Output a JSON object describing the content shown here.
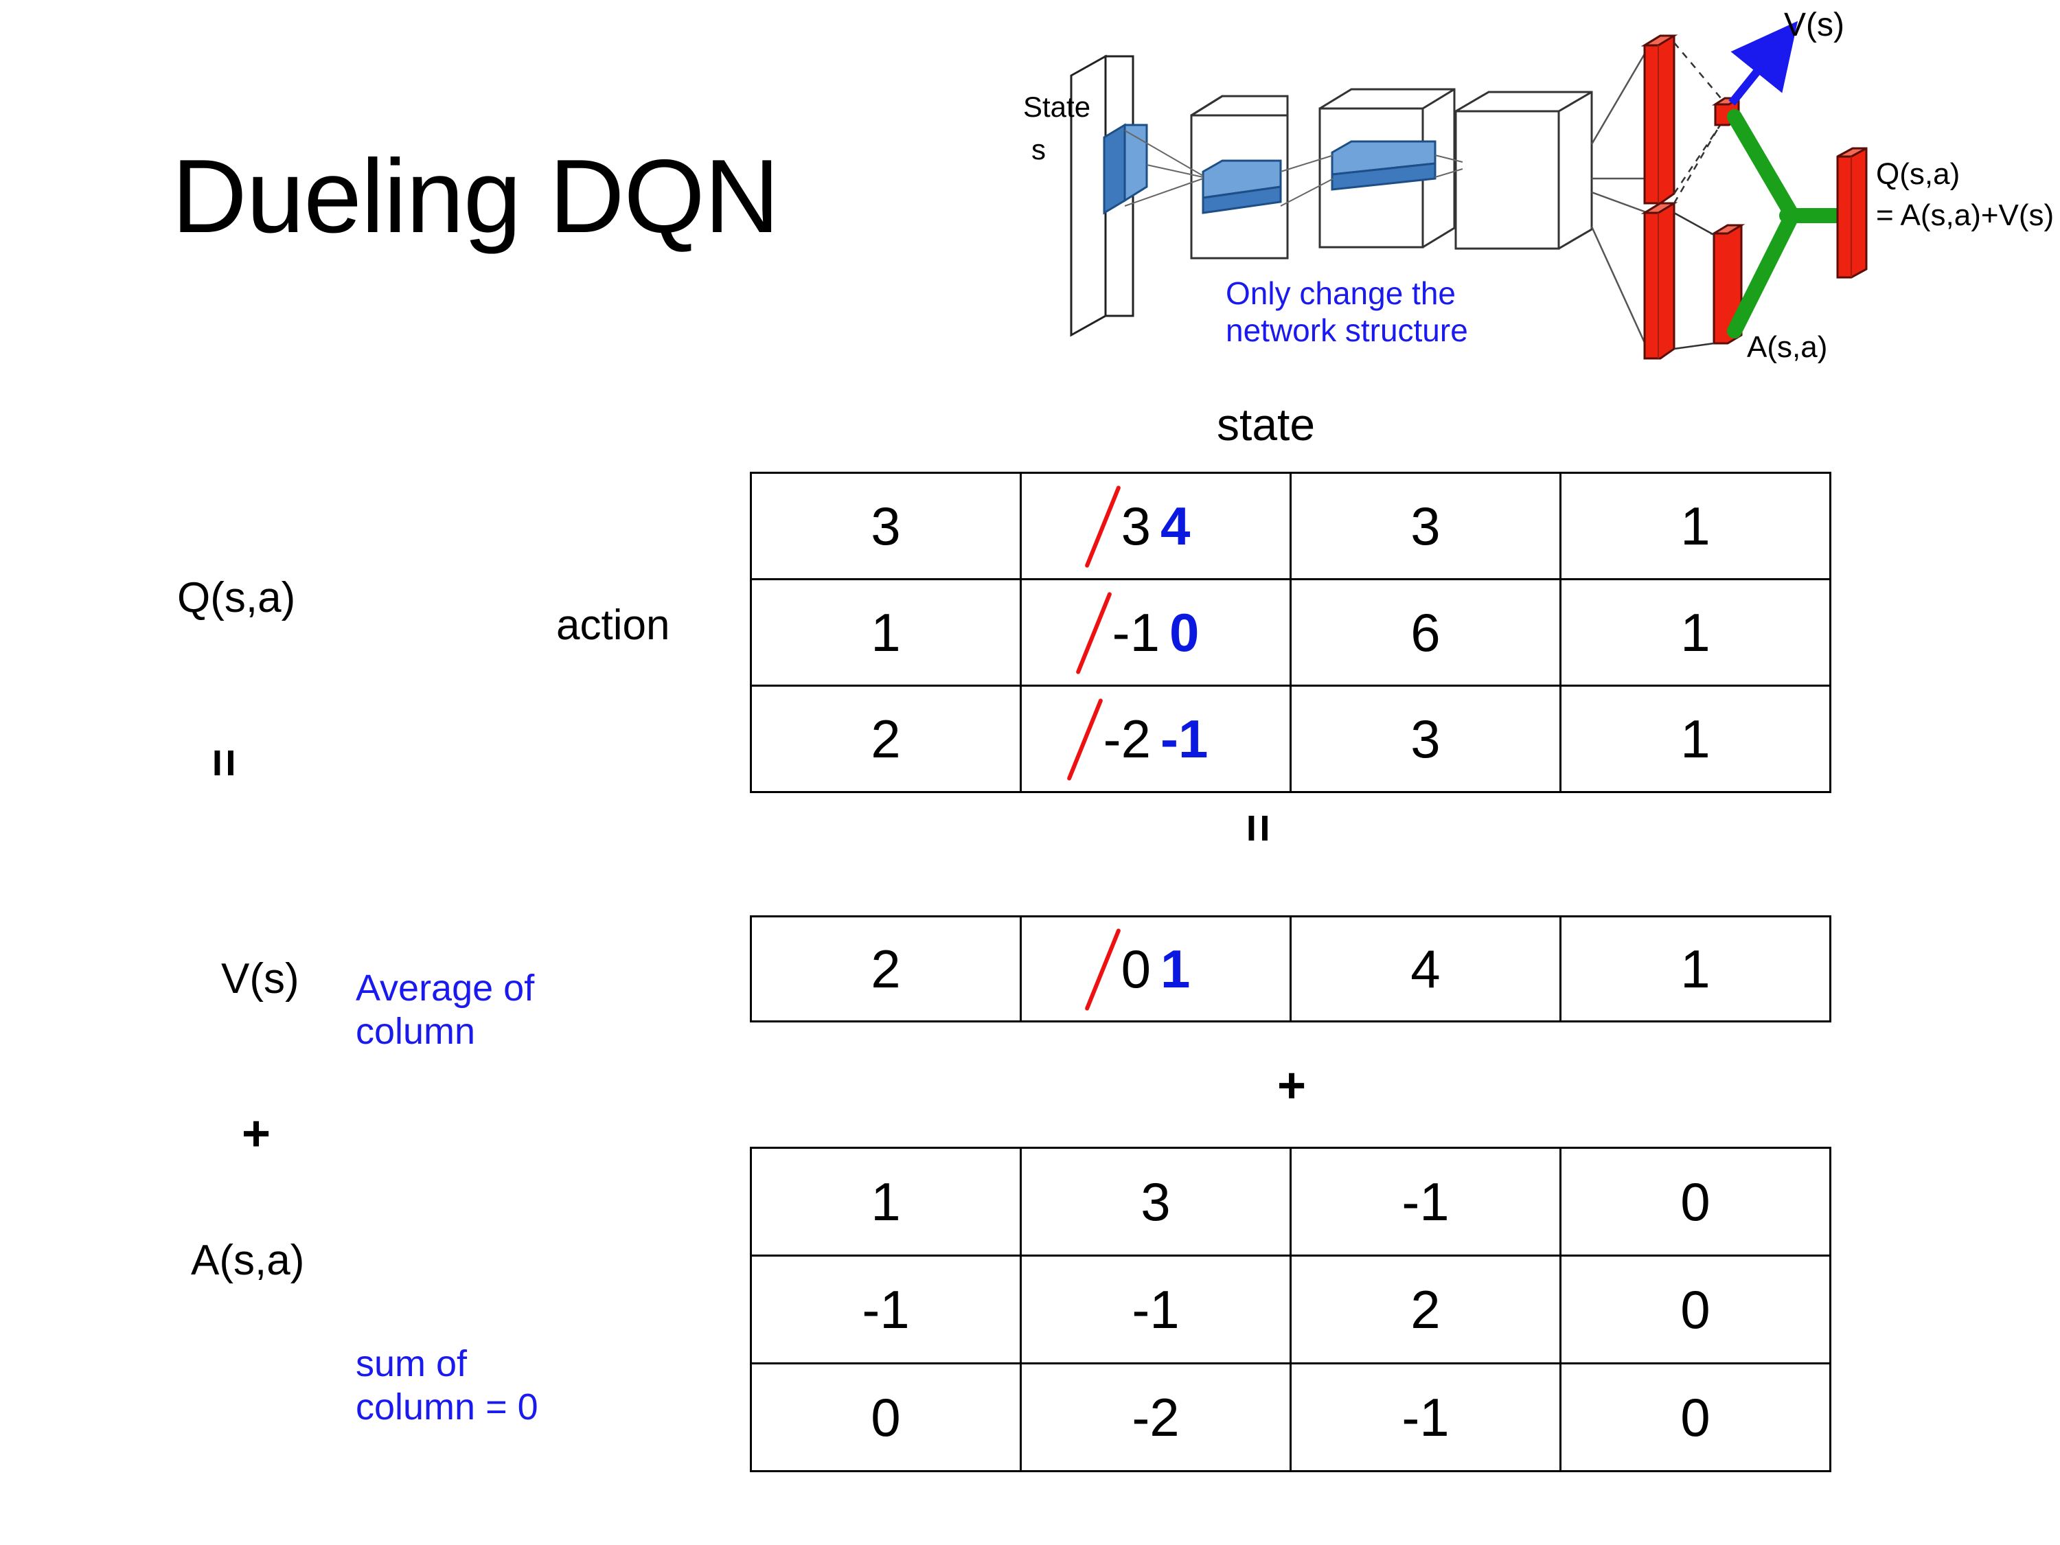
{
  "title": "Dueling DQN",
  "figure": {
    "state_label_line1": "State",
    "state_label_line2": "s",
    "value_label": "V(s)",
    "advantage_label": "A(s,a)",
    "q_label_line1": "Q(s,a)",
    "q_label_line2": "= A(s,a)+V(s)",
    "note_line1": "Only change the",
    "note_line2": "network structure",
    "note_color": "#1a1aee",
    "value_arrow_color": "#1a1aee",
    "merge_color": "#1aa01a",
    "output_bar_color": "#ee2211",
    "feature_color": "#4a86c8"
  },
  "labels": {
    "q": "Q(s,a)",
    "v": "V(s)",
    "a": "A(s,a)",
    "action": "action",
    "state": "state",
    "equals_left": "=",
    "plus_left": "+",
    "equals_mid": "=",
    "plus_mid": "+",
    "note_average_line1": "Average of",
    "note_average_line2": "column",
    "note_sum_line1": "sum of",
    "note_sum_line2": "column = 0",
    "note_color": "#1a1aee"
  },
  "edit": {
    "strike_color": "#ee1111",
    "new_value_color": "#0b18e0"
  },
  "chart_data": {
    "type": "table",
    "title": "Dueling DQN: Q(s,a) = V(s) + A(s,a)",
    "row_axis": "action",
    "col_axis": "state",
    "tables": [
      {
        "name": "Q(s,a)",
        "columns": 4,
        "rows": [
          [
            {
              "value": "3"
            },
            {
              "value": "3",
              "edited_to": "4"
            },
            {
              "value": "3"
            },
            {
              "value": "1"
            }
          ],
          [
            {
              "value": "1"
            },
            {
              "value": "-1",
              "edited_to": "0"
            },
            {
              "value": "6"
            },
            {
              "value": "1"
            }
          ],
          [
            {
              "value": "2"
            },
            {
              "value": "-2",
              "edited_to": "-1"
            },
            {
              "value": "3"
            },
            {
              "value": "1"
            }
          ]
        ]
      },
      {
        "name": "V(s)",
        "columns": 4,
        "rows": [
          [
            {
              "value": "2"
            },
            {
              "value": "0",
              "edited_to": "1"
            },
            {
              "value": "4"
            },
            {
              "value": "1"
            }
          ]
        ]
      },
      {
        "name": "A(s,a)",
        "columns": 4,
        "rows": [
          [
            {
              "value": "1"
            },
            {
              "value": "3"
            },
            {
              "value": "-1"
            },
            {
              "value": "0"
            }
          ],
          [
            {
              "value": "-1"
            },
            {
              "value": "-1"
            },
            {
              "value": "2"
            },
            {
              "value": "0"
            }
          ],
          [
            {
              "value": "0"
            },
            {
              "value": "-2"
            },
            {
              "value": "-1"
            },
            {
              "value": "0"
            }
          ]
        ]
      }
    ]
  }
}
